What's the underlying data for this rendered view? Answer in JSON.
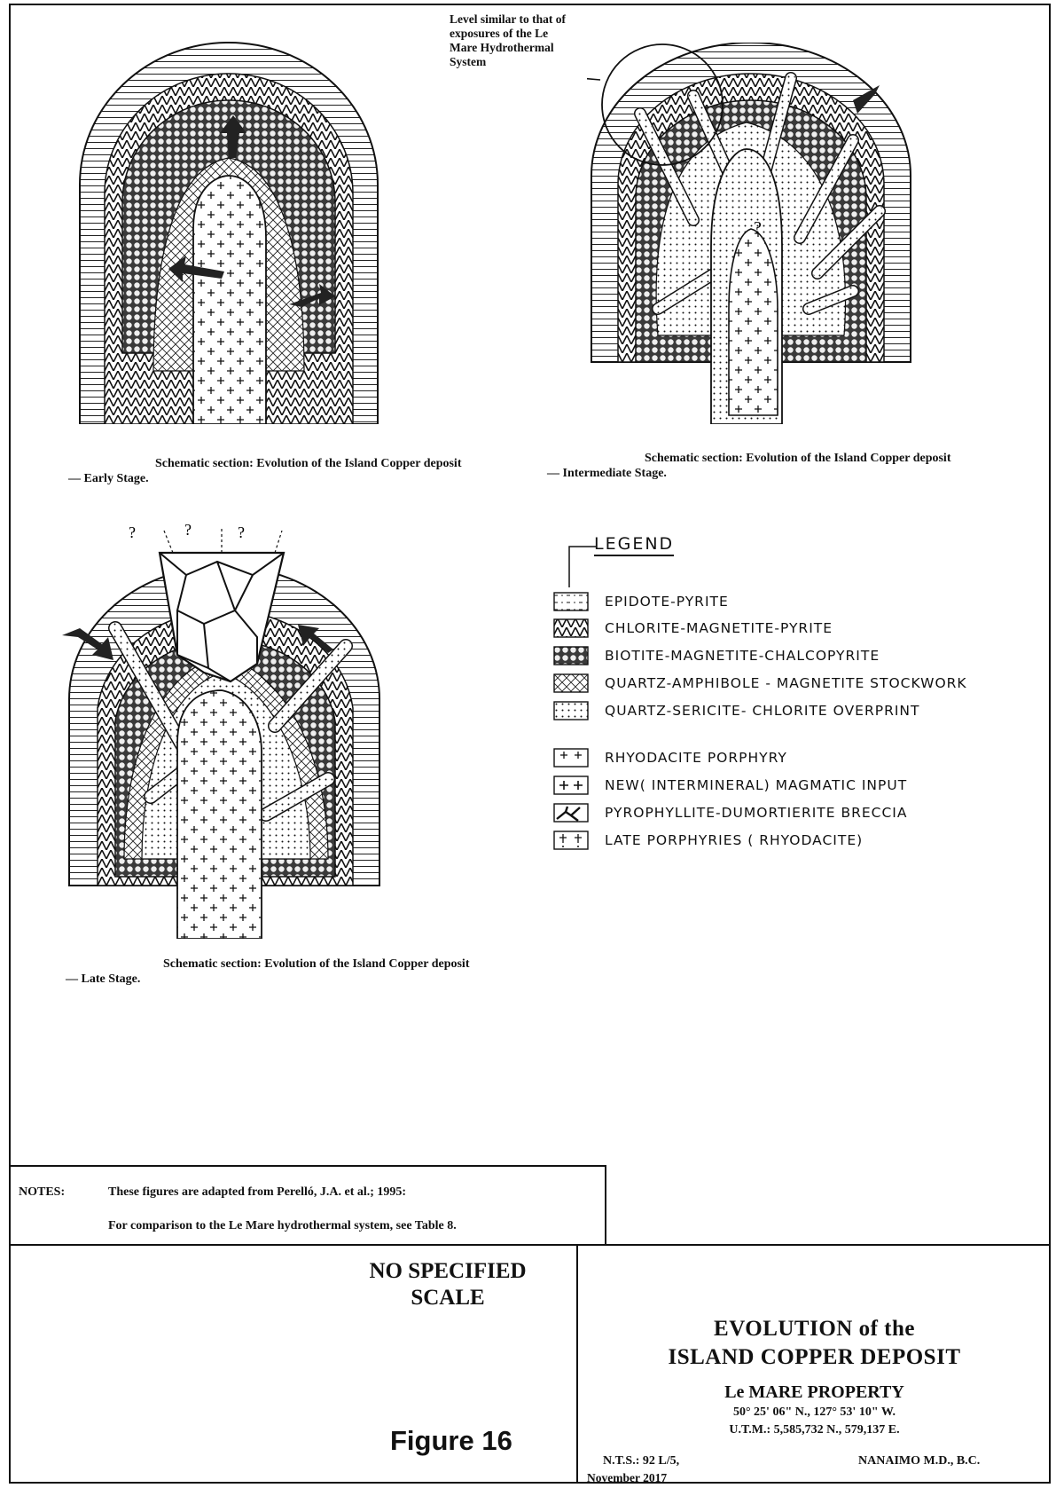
{
  "callout": {
    "text": "Level similar to that of exposures of the Le Mare Hydrothermal System"
  },
  "diagrams": {
    "early": {
      "caption": "Schematic section: Evolution of the Island Copper deposit",
      "stage": "— Early Stage."
    },
    "intermediate": {
      "caption": "Schematic section: Evolution of the Island Copper deposit",
      "stage": "— Intermediate Stage."
    },
    "late": {
      "caption": "Schematic section: Evolution of the Island Copper deposit",
      "stage": "— Late Stage.",
      "unknown_marks": [
        "?",
        "?",
        "?"
      ]
    },
    "question_mark": "?"
  },
  "legend": {
    "title": "LEGEND",
    "items": [
      {
        "label": "EPIDOTE-PYRITE",
        "pattern": "dash-dot-pattern"
      },
      {
        "label": "CHLORITE-MAGNETITE-PYRITE",
        "pattern": "chevron-pattern"
      },
      {
        "label": "BIOTITE-MAGNETITE-CHALCOPYRITE",
        "pattern": "circles-pattern"
      },
      {
        "label": "QUARTZ-AMPHIBOLE - MAGNETITE STOCKWORK",
        "pattern": "crosshatch-pattern"
      },
      {
        "label": "QUARTZ-SERICITE- CHLORITE OVERPRINT",
        "pattern": "dots-pattern"
      },
      {
        "label": "RHYODACITE PORPHYRY",
        "pattern": "sparse-plus-pattern"
      },
      {
        "label": "NEW( INTERMINERAL) MAGMATIC INPUT",
        "pattern": "plus-pattern"
      },
      {
        "label": "PYROPHYLLITE-DUMORTIERITE BRECCIA",
        "pattern": "breccia-pattern"
      },
      {
        "label": "LATE PORPHYRIES ( RHYODACITE)",
        "pattern": "late-porphyry-pattern"
      }
    ]
  },
  "notes": {
    "label": "NOTES:",
    "line1": "These figures are adapted from Perelló, J.A. et al.; 1995:",
    "line2": "For comparison to the Le Mare hydrothermal system, see Table 8."
  },
  "title_block": {
    "scale_note": "NO SPECIFIED SCALE",
    "title_line1": "EVOLUTION of the",
    "title_line2": "ISLAND COPPER DEPOSIT",
    "property": "Le MARE PROPERTY",
    "coords_latlong": "50° 25' 06\" N., 127° 53' 10\" W.",
    "coords_utm": "U.T.M.: 5,585,732 N., 579,137 E.",
    "nts": "N.T.S.: 92 L/5,",
    "district": "NANAIMO M.D., B.C.",
    "date": "November 2017",
    "figure": "Figure 16"
  }
}
